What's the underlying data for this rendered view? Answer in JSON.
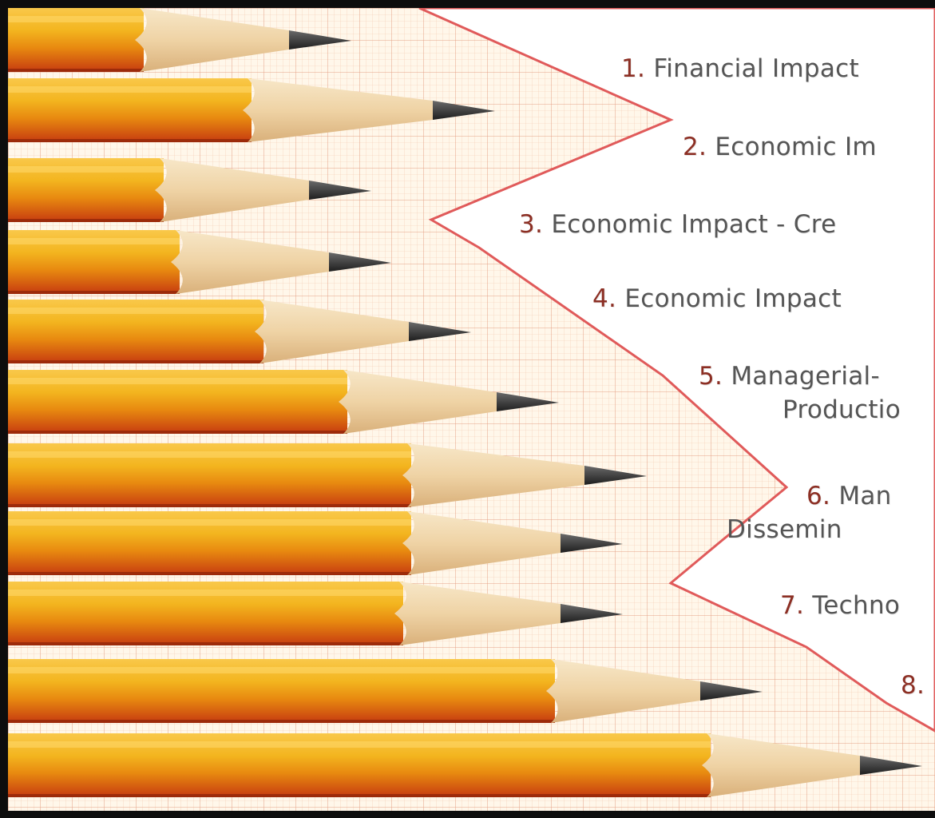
{
  "palette": {
    "pencil_yellow": "#f3b51f",
    "pencil_orange": "#e88a10",
    "pencil_red": "#cc3a10",
    "wood": "#f0d8b0",
    "graphite": "#2e2e2e",
    "grid_line": "#e8a07c",
    "zigzag_border": "#e05a5a",
    "text": "#555555",
    "number_text": "#8c2f24",
    "frame": "#0d0d0d"
  },
  "items": [
    {
      "number": "1.",
      "text": "Financial Impact"
    },
    {
      "number": "2.",
      "text": "Economic Im"
    },
    {
      "number": "3.",
      "text": "Economic Impact - Cre"
    },
    {
      "number": "4.",
      "text": "Economic Impact"
    },
    {
      "number": "5.",
      "line1": "Managerial-",
      "line2": "Productio"
    },
    {
      "number": "6.",
      "line1": "Man",
      "line2": "Dissemin"
    },
    {
      "number": "7.",
      "text": "Techno"
    },
    {
      "number": "8.",
      "text": ""
    }
  ]
}
